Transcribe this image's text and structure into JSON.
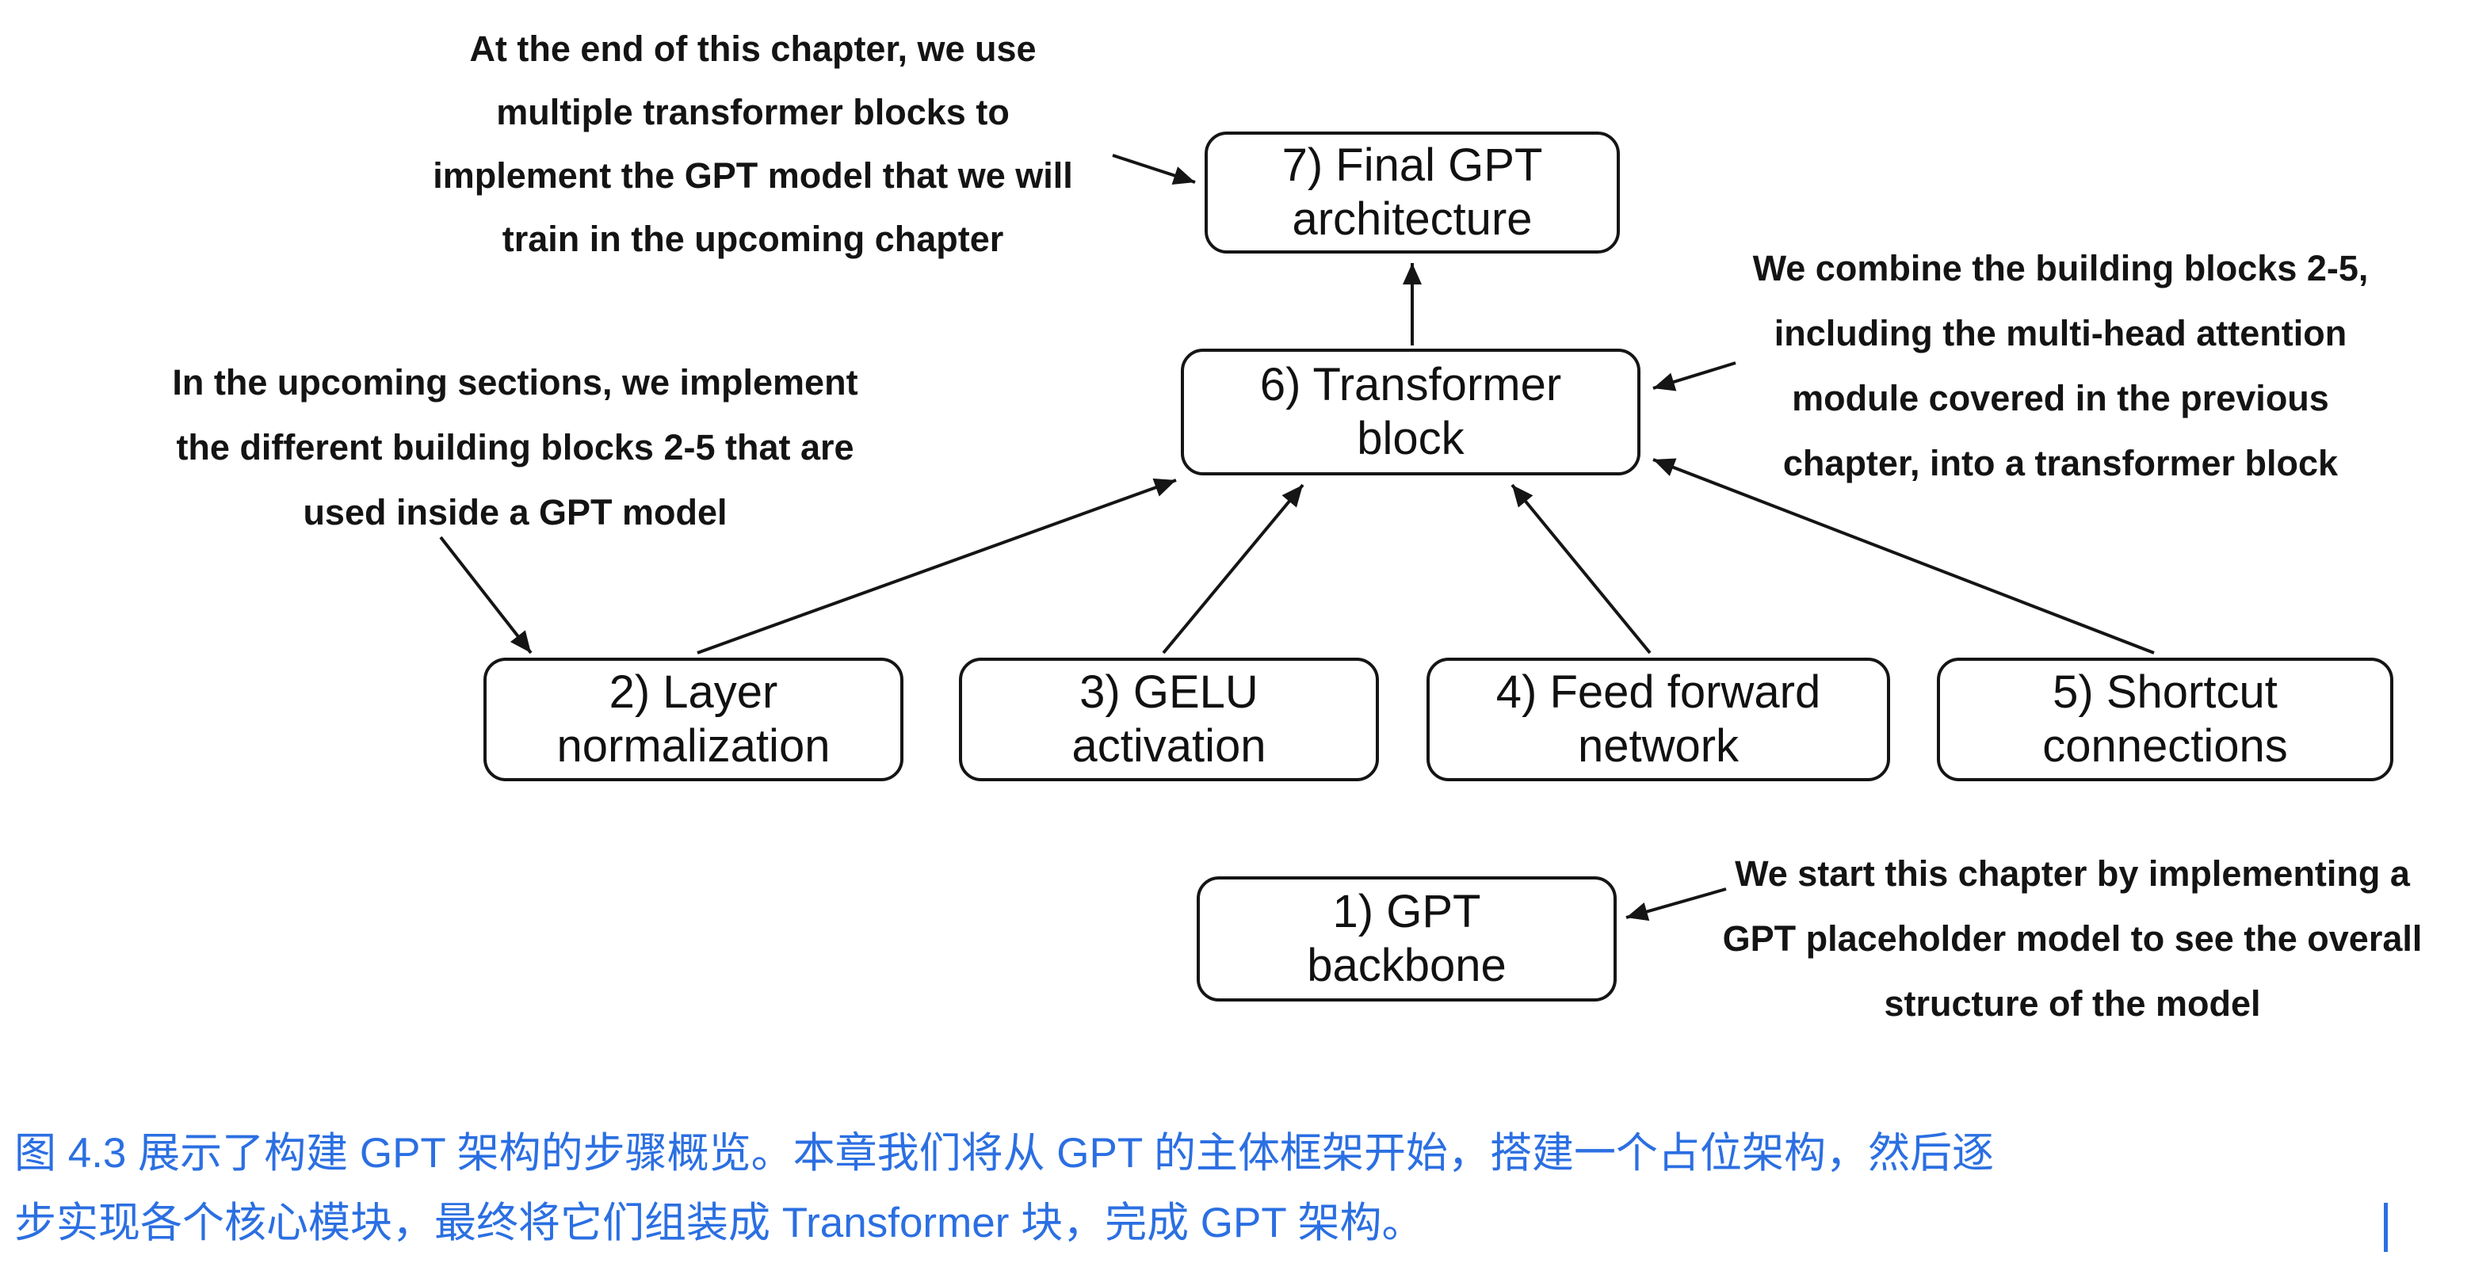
{
  "diagram": {
    "boxes": {
      "final_gpt": {
        "label": "7) Final GPT\narchitecture"
      },
      "transformer": {
        "label": "6) Transformer\nblock"
      },
      "layer_norm": {
        "label": "2) Layer\nnormalization"
      },
      "gelu": {
        "label": "3) GELU\nactivation"
      },
      "feed_forward": {
        "label": "4) Feed forward\nnetwork"
      },
      "shortcut": {
        "label": "5) Shortcut\nconnections"
      },
      "gpt_backbone": {
        "label": "1) GPT\nbackbone"
      }
    },
    "annotations": {
      "top_left": "At the end of this chapter, we use\nmultiple transformer blocks to\nimplement the GPT model that we will\ntrain in the upcoming chapter",
      "mid_left": "In the upcoming sections, we implement\nthe different building blocks 2-5 that are\nused inside a GPT model",
      "right": "We combine the building blocks 2-5,\nincluding the multi-head attention\nmodule covered in the previous\nchapter, into a transformer block",
      "bottom_right": "We start this chapter by implementing a\nGPT placeholder model to see the overall\nstructure of the model"
    }
  },
  "caption": {
    "line1": "图 4.3 展示了构建 GPT 架构的步骤概览。本章我们将从 GPT 的主体框架开始，搭建一个占位架构，然后逐",
    "line2": "步实现各个核心模块，最终将它们组装成 Transformer 块，完成 GPT 架构。",
    "color": "#2b6fe2"
  },
  "colors": {
    "background": "#ffffff",
    "line": "#151515",
    "text": "#141414"
  }
}
